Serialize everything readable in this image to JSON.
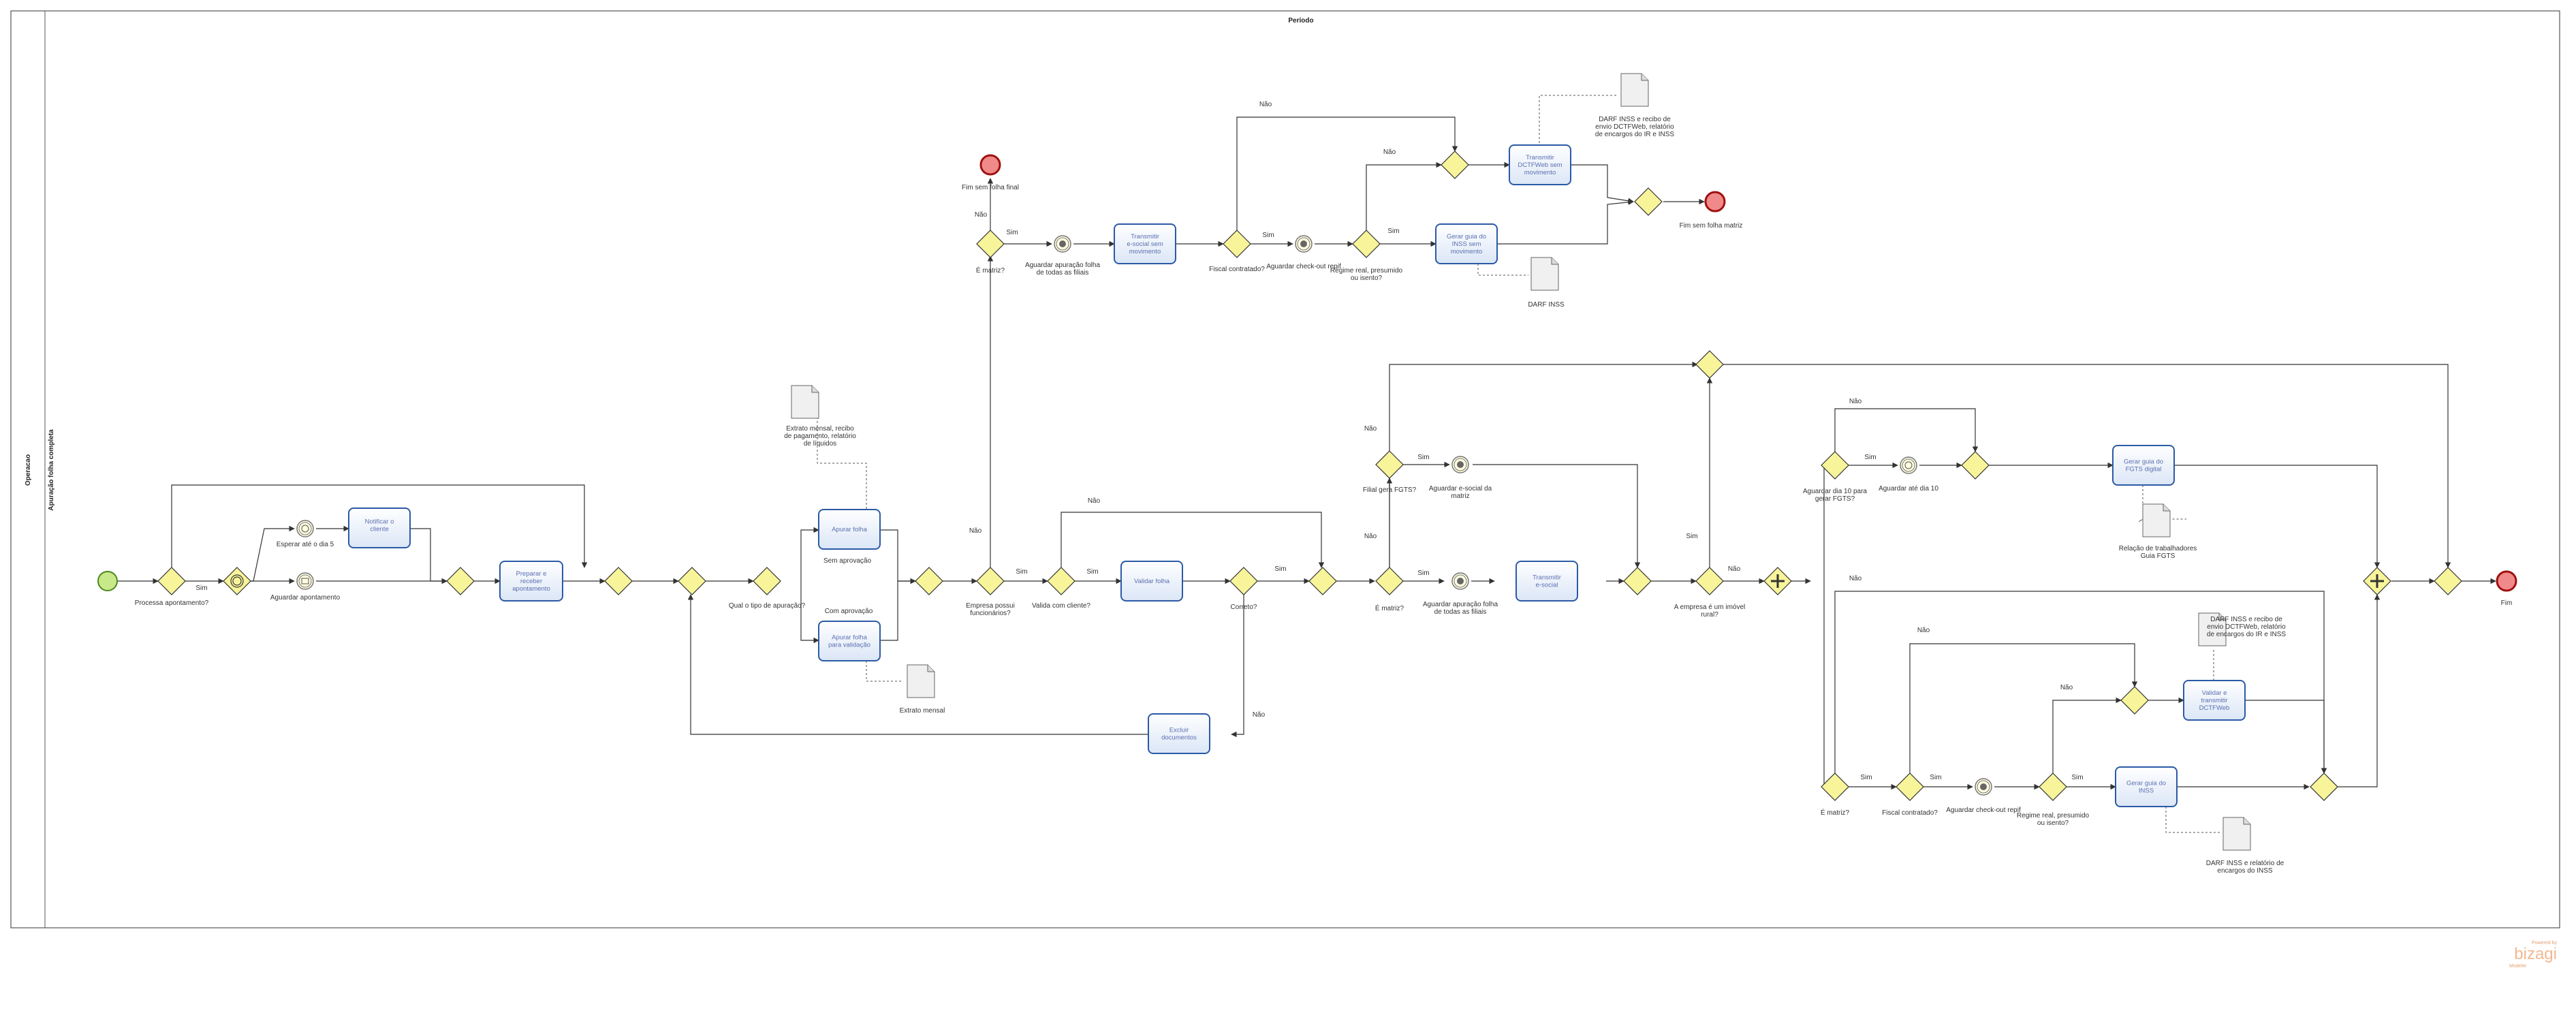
{
  "pool": {
    "name": "Operacao",
    "lane": "Apuração folha completa",
    "phase": "Período"
  },
  "tasks": {
    "notificar": "Notificar o cliente",
    "preparar": "Preparar e receber apontamento",
    "apurar": "Apurar folha",
    "apurar_valid": "Apurar folha para validação",
    "validar": "Validar folha",
    "excluir": "Excluir documentos",
    "transmitir_esocial_semmov": "Transmitir e-social sem movimento",
    "transmitir_dctf_semmov": "Transmitir DCTFWeb sem movimento",
    "gerar_inss_semmov": "Gerar guia do INSS sem movimento",
    "transmitir_esocial": "Transmitir e-social",
    "gerar_fgts": "Gerar guia do FGTS digital",
    "validar_dctf": "Validar e transmitir DCTFWeb",
    "gerar_inss": "Gerar guia do INSS"
  },
  "labels": {
    "processa": "Processa apontamento?",
    "sim": "Sim",
    "nao": "Não",
    "esperar_dia5": "Esperar até o dia 5",
    "aguardar_apont": "Aguardar apontamento",
    "qual_tipo": "Qual o tipo de apuração?",
    "sem_aprov": "Sem aprovação",
    "com_aprov": "Com aprovação",
    "extrato_mensal_recibo": "Extrato mensal, recibo de pagamento, relatório de líquidos",
    "extrato_mensal": "Extrato mensal",
    "empresa_func": "Empresa possui funcionários?",
    "valida_cliente": "Valida com cliente?",
    "correto": "Correto?",
    "e_matriz": "É matriz?",
    "fim_sem_folha_final": "Fim sem folha final",
    "aguardar_apur_filiais": "Aguardar apuração folha de todas as filiais",
    "fiscal_contratado": "Fiscal contratado?",
    "aguardar_checkout": "Aguardar check-out repif",
    "regime": "Regime real, presumido ou isento?",
    "darf_dctf_recibo": "DARF INSS e recibo de envio DCTFWeb, relatório de encargos do IR e INSS",
    "darf_inss": "DARF INSS",
    "fim_sem_folha_matriz": "Fim sem folha matriz",
    "filial_gera_fgts": "Filial gera FGTS?",
    "aguardar_esocial_matriz": "Aguardar e-social da matriz",
    "aguardar_apur_filiais2": "Aguardar apuração folha de todas as filiais",
    "empresa_rural": "A empresa é um imóvel rural?",
    "aguardar_dia10_q": "Aguardar dia 10 para gerar FGTS?",
    "aguardar_dia10": "Aguardar até dia 10",
    "relacao_trab": "Relação de trabalhadores Guia FGTS",
    "darf_dctf_recibo2": "DARF INSS e recibo de envio DCTFWeb, relatório de encargos do IR e INSS",
    "darf_relatorio": "DARF INSS e relatório de encargos do INSS",
    "fim": "Fim",
    "powered": "Powered by",
    "bizagi": "bizagi",
    "modeler": "Modeler"
  }
}
